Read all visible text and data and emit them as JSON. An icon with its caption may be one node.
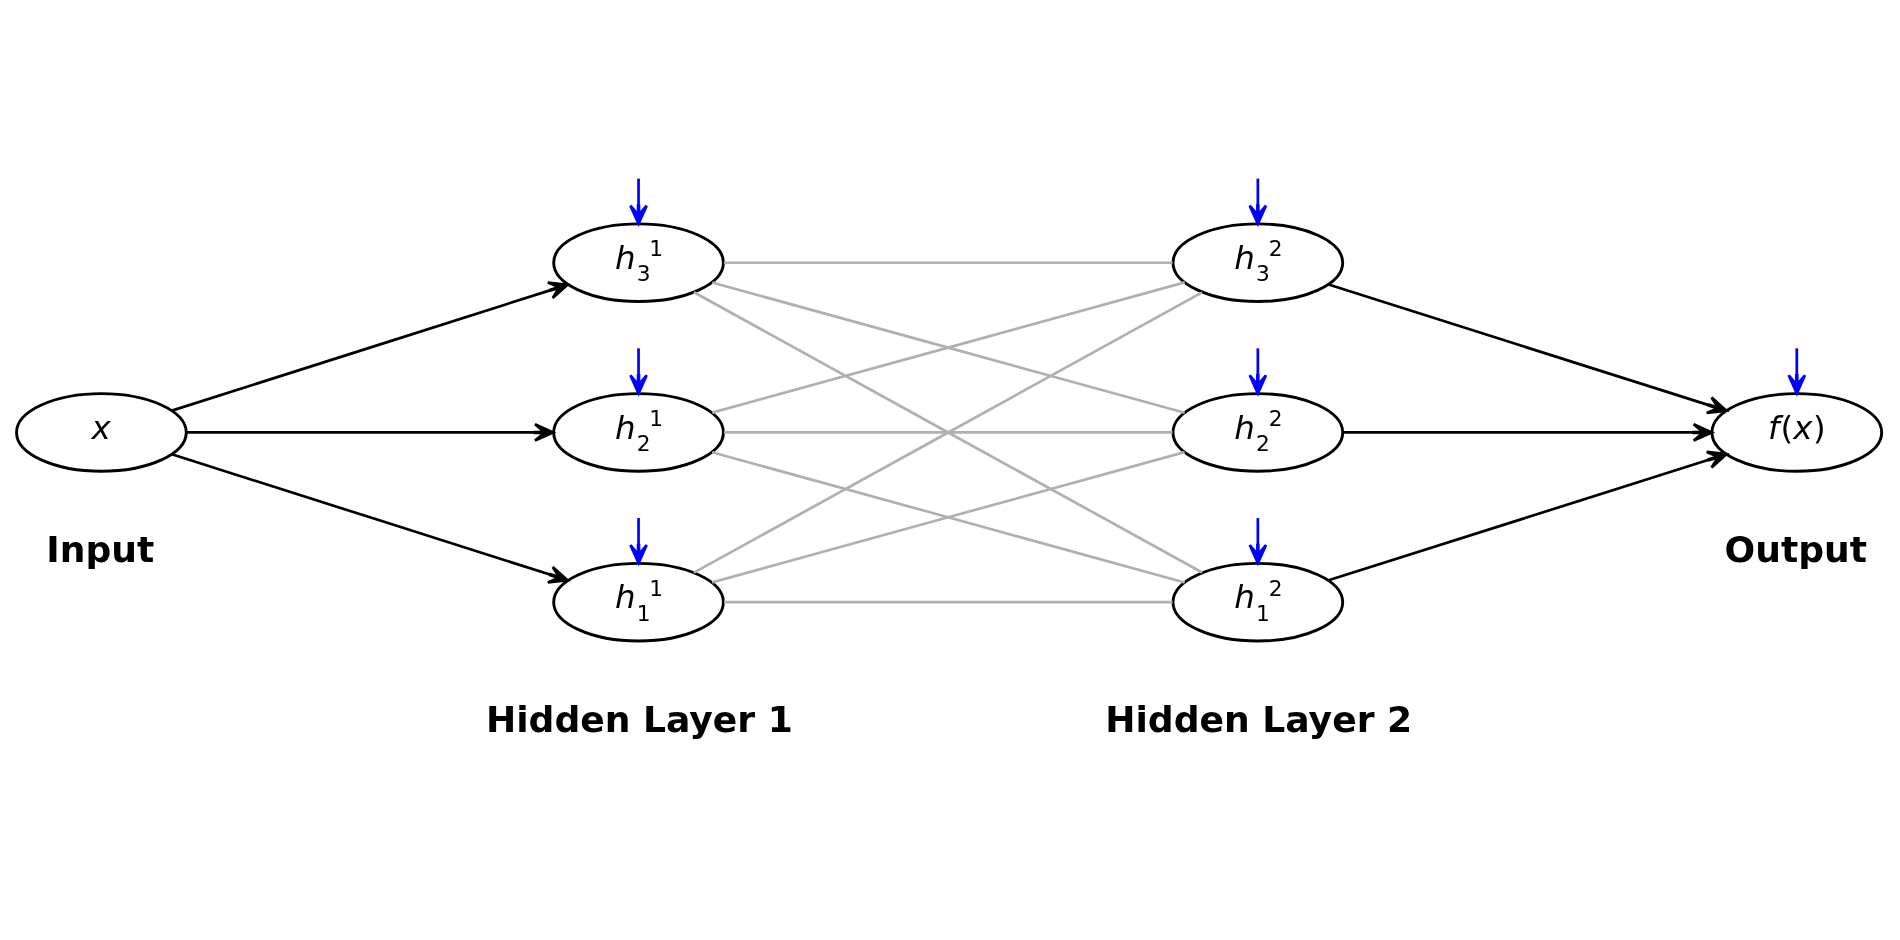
{
  "diagram": {
    "nodes": [
      {
        "text": [
          "x"
        ]
      },
      {
        "text": [
          "*h*$_{3}$$^{1}$"
        ]
      },
      {
        "text": [
          "*h*$_{2}$$^{1}$"
        ]
      },
      {
        "text": [
          "*h*$_{1}$$^{1}$"
        ]
      },
      {
        "text": [
          "*h*$_{3}$$^{2}$"
        ]
      },
      {
        "text": [
          "*h*$_{2}$$^{2}$"
        ]
      },
      {
        "text": [
          "*h*$_{1}$$^{2}$"
        ]
      },
      {
        "text": [
          "*f*(*x*)"
        ]
      }
    ],
    "edges": [
      {
        "from": 0,
        "to": 1,
        "arrow": "to",
        "color": "#000000"
      },
      {
        "from": 0,
        "to": 2,
        "arrow": "to",
        "color": "#000000"
      },
      {
        "from": 0,
        "to": 3,
        "arrow": "to",
        "color": "#000000"
      },
      {
        "from": 1,
        "to": 4,
        "arrow": "none"
      },
      {
        "from": 1,
        "to": 5,
        "arrow": "none"
      },
      {
        "from": 1,
        "to": 6,
        "arrow": "none"
      },
      {
        "from": 2,
        "to": 4,
        "arrow": "none"
      },
      {
        "from": 2,
        "to": 5,
        "arrow": "none"
      },
      {
        "from": 2,
        "to": 6,
        "arrow": "none"
      },
      {
        "from": 3,
        "to": 4,
        "arrow": "none"
      },
      {
        "from": 3,
        "to": 5,
        "arrow": "none"
      },
      {
        "from": 3,
        "to": 6,
        "arrow": "none"
      },
      {
        "from": 4,
        "to": 7,
        "arrow": "to",
        "color": "#000000"
      },
      {
        "from": 5,
        "to": 7,
        "arrow": "to",
        "color": "#000000"
      },
      {
        "from": 6,
        "to": 7,
        "arrow": "to",
        "color": "#000000"
      },
      {
        "from": null,
        "to": 1,
        "arrow": "to",
        "color": "#0000ff"
      },
      {
        "from": null,
        "to": 2,
        "arrow": "to",
        "color": "#0000ff"
      },
      {
        "from": null,
        "to": 3,
        "arrow": "to",
        "color": "#0000ff"
      },
      {
        "from": null,
        "to": 4,
        "arrow": "to",
        "color": "#0000ff"
      },
      {
        "from": null,
        "to": 5,
        "arrow": "to",
        "color": "#0000ff"
      },
      {
        "from": null,
        "to": 6,
        "arrow": "to",
        "color": "#0000ff"
      },
      {
        "from": null,
        "to": 7,
        "arrow": "to",
        "color": "#0000ff"
      }
    ],
    "labels": [
      "Input",
      "Hidden Layer 1",
      "Hidden Layer 2",
      "Output"
    ]
  }
}
